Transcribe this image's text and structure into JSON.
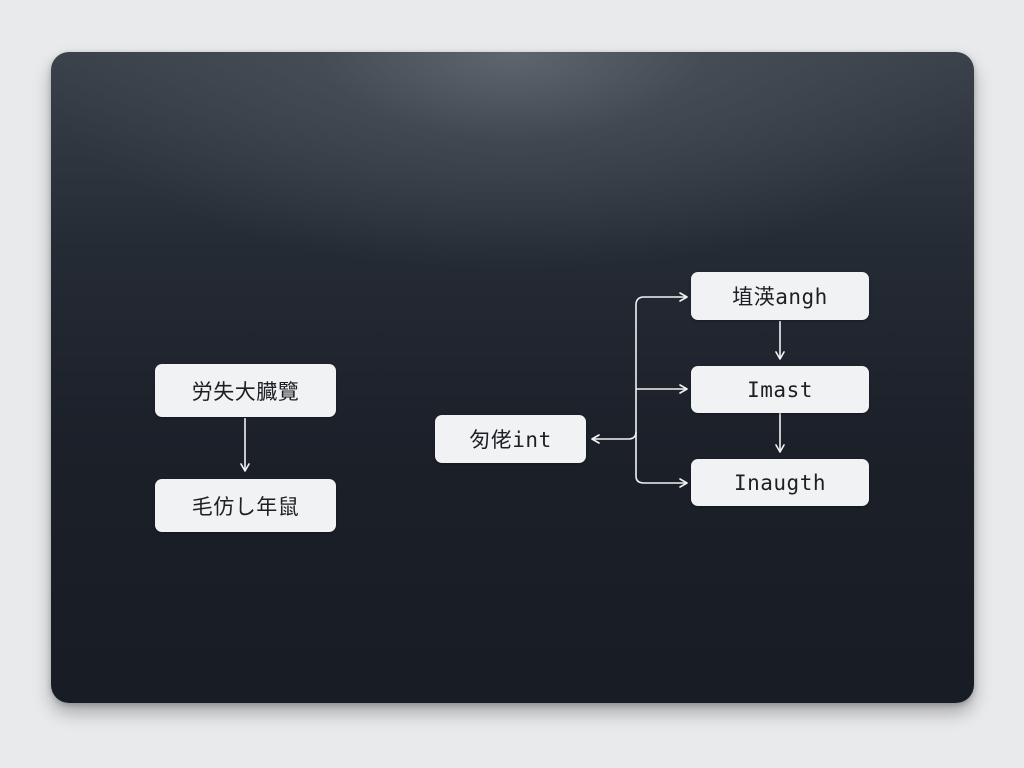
{
  "diagram": {
    "background_color": "#e9eaec",
    "panel_color": "#1b2029",
    "node_color": "#f1f2f4",
    "edge_color": "#f1f2f4",
    "nodes": [
      {
        "id": "left-top",
        "label": "労失大臓覽"
      },
      {
        "id": "left-bottom",
        "label": "毛仿し年鼠"
      },
      {
        "id": "center",
        "label": "匇佬int"
      },
      {
        "id": "right-top",
        "label": "埴渶angh"
      },
      {
        "id": "right-middle",
        "label": "Imast"
      },
      {
        "id": "right-bottom",
        "label": "Inaugth"
      }
    ],
    "edges": [
      {
        "from": "left-top",
        "to": "left-bottom"
      },
      {
        "from": "right-top",
        "to": "right-middle"
      },
      {
        "from": "right-middle",
        "to": "right-bottom"
      },
      {
        "from": "trunk",
        "to": "center"
      },
      {
        "from": "trunk",
        "to": "right-top"
      },
      {
        "from": "trunk",
        "to": "right-middle"
      },
      {
        "from": "trunk",
        "to": "right-bottom"
      }
    ]
  }
}
